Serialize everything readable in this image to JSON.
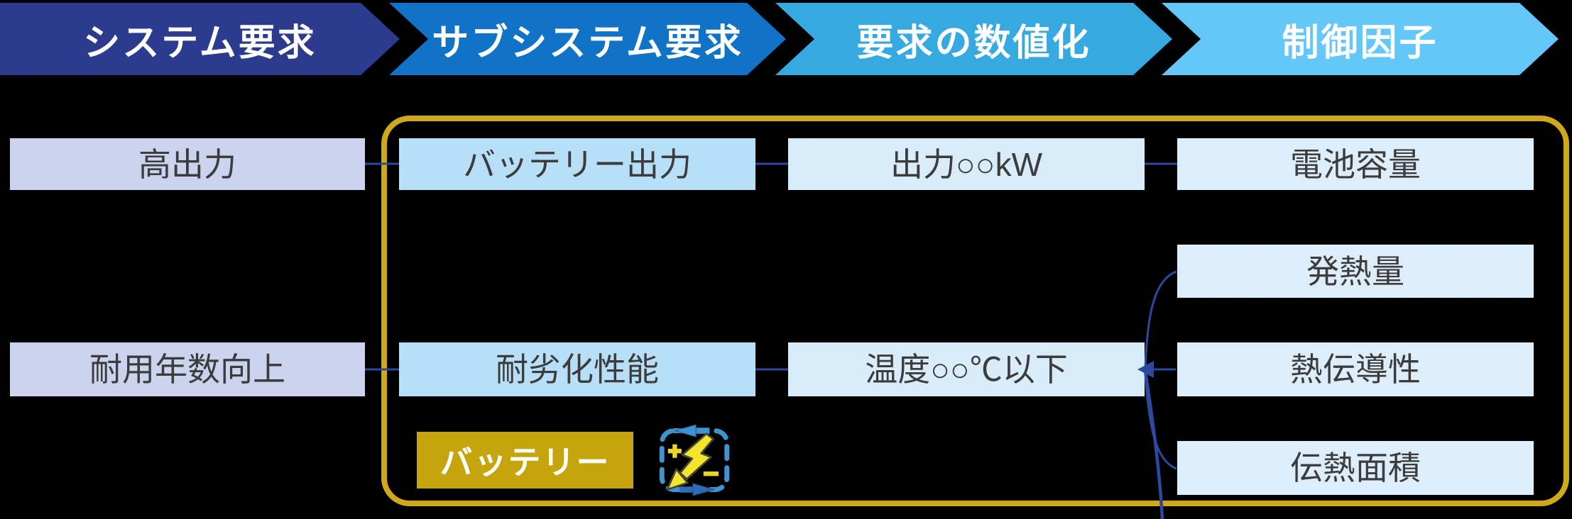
{
  "header": {
    "steps": [
      {
        "id": "system-requirements",
        "label": "システム要求",
        "color": "#2c3b8e"
      },
      {
        "id": "subsystem-requirements",
        "label": "サブシステム要求",
        "color": "#1173c6"
      },
      {
        "id": "requirement-quantification",
        "label": "要求の数値化",
        "color": "#36a9e0"
      },
      {
        "id": "control-factors",
        "label": "制御因子",
        "color": "#65c7f7"
      }
    ]
  },
  "diagram": {
    "nodes": [
      {
        "id": "high-output",
        "label": "高出力",
        "column": "system"
      },
      {
        "id": "battery-output",
        "label": "バッテリー出力",
        "column": "subsystem"
      },
      {
        "id": "output-kw",
        "label": "出力○○kW",
        "column": "quantified"
      },
      {
        "id": "battery-capacity",
        "label": "電池容量",
        "column": "control"
      },
      {
        "id": "heat-generation",
        "label": "発熱量",
        "column": "control"
      },
      {
        "id": "service-life-improvement",
        "label": "耐用年数向上",
        "column": "system"
      },
      {
        "id": "degradation-resistance",
        "label": "耐劣化性能",
        "column": "subsystem"
      },
      {
        "id": "temperature-limit",
        "label": "温度○○℃以下",
        "column": "quantified"
      },
      {
        "id": "thermal-conductivity",
        "label": "熱伝導性",
        "column": "control"
      },
      {
        "id": "heat-transfer-area",
        "label": "伝熱面積",
        "column": "control"
      }
    ],
    "badge": {
      "label": "バッテリー",
      "color": "#c5a40d"
    },
    "icon": {
      "name": "battery-charge-cycle-icon"
    }
  },
  "colors": {
    "background": "#000000",
    "frame_gold": "#cfa91b",
    "badge_gold": "#c5a40d",
    "connector_navy": "#2b4a9e",
    "node_text": "#3c3c3c",
    "system_fill": "#ccd3ee",
    "subsystem_fill": "#b7e0f8",
    "quantified_fill": "#d9ecf9",
    "control_fill": "#ddeefa",
    "icon_blue": "#3f93cf",
    "icon_dark_blue": "#2e6cb5",
    "icon_yellow": "#f3e62a"
  }
}
